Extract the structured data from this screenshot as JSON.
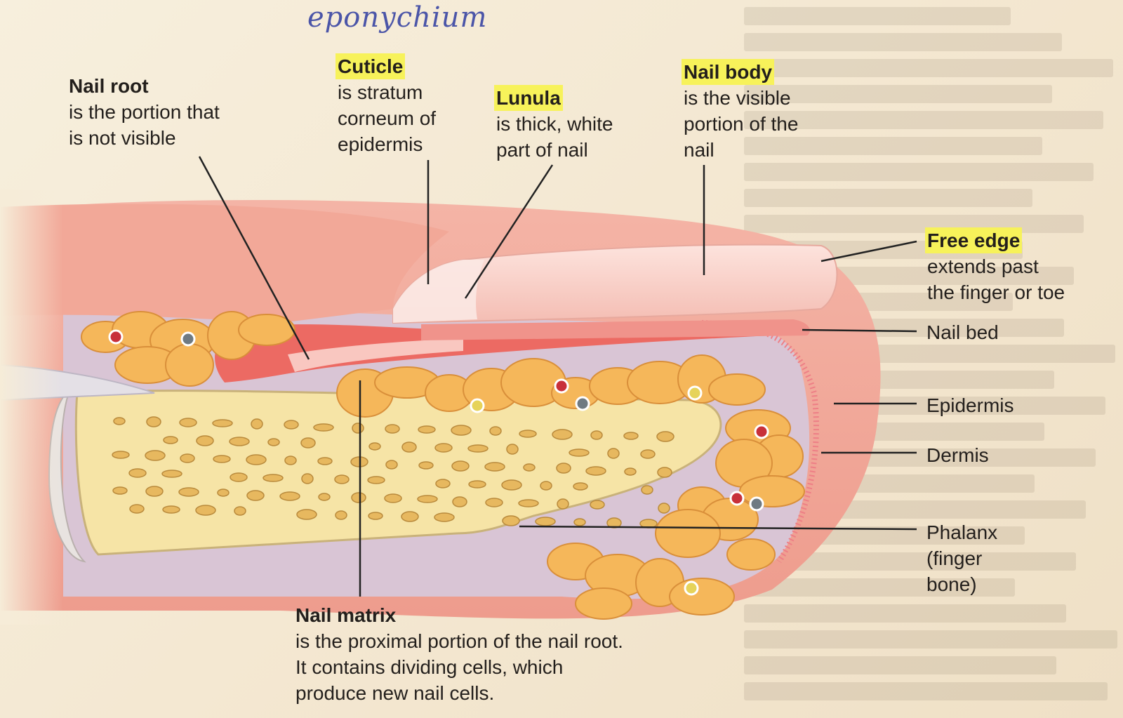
{
  "annotation": {
    "handwritten": "eponychium"
  },
  "labels": {
    "nail_root": {
      "title": "Nail root",
      "desc": "is the portion that\nis not visible"
    },
    "cuticle": {
      "title": "Cuticle",
      "desc": "is stratum\ncorneum of\nepidermis"
    },
    "lunula": {
      "title": "Lunula",
      "desc": "is thick, white\npart of nail"
    },
    "nail_body": {
      "title": "Nail body",
      "desc": "is the visible\nportion of the\nnail"
    },
    "free_edge": {
      "title": "Free edge",
      "desc": "extends past\nthe finger or toe"
    },
    "nail_bed": {
      "text": "Nail bed"
    },
    "epidermis": {
      "text": "Epidermis"
    },
    "dermis": {
      "text": "Dermis"
    },
    "phalanx": {
      "text": "Phalanx\n(finger\nbone)"
    },
    "nail_matrix": {
      "title": "Nail matrix",
      "desc": "is the proximal portion of the nail root.\nIt contains dividing cells, which\nproduce new nail cells."
    }
  },
  "colors": {
    "highlight": "#f7f25a",
    "skin": "#f0a597",
    "nail": "#f9d2cb",
    "dermis": "#d7c2d2",
    "fat": "#f5b75a",
    "bone": "#f6e4a6",
    "matrix": "#ec6a63",
    "ink": "#4b55a8",
    "leader": "#222222"
  }
}
